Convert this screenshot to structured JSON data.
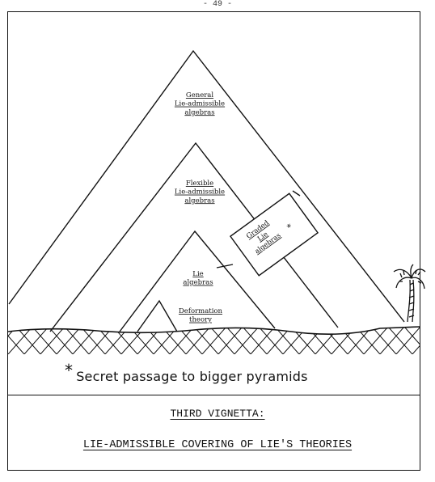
{
  "page_number": "- 49 -",
  "pyramids": {
    "outer": {
      "label": "General\nLie-admissible\nalgebras"
    },
    "middle": {
      "label": "Flexible\nLie-admissible\nalgebras"
    },
    "inner": {
      "label": "Lie\nalgebras"
    },
    "small": {
      "label": "Deformation\ntheory"
    }
  },
  "passage_box": {
    "label": "Graded\nLie\nalgebras",
    "marker": "*"
  },
  "footnote": {
    "marker": "*",
    "text": "Secret passage to bigger pyramids"
  },
  "caption": {
    "title": "THIRD VIGNETTA:",
    "subtitle": "LIE-ADMISSIBLE COVERING OF LIE'S THEORIES"
  }
}
